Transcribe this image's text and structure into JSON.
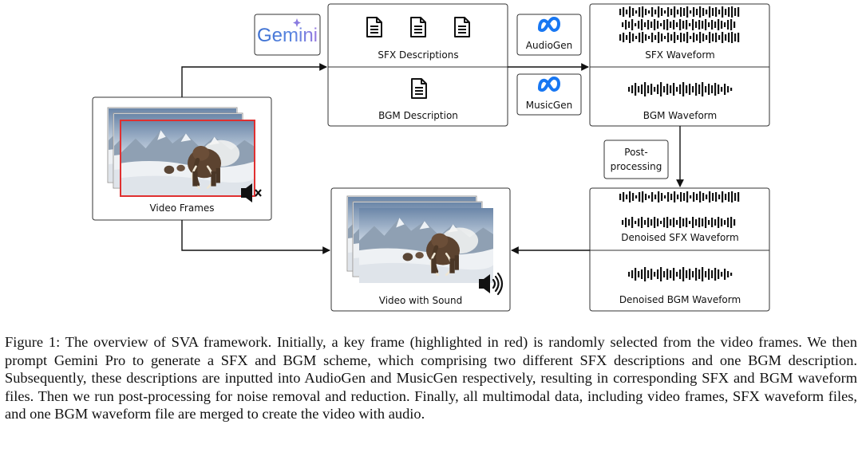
{
  "nodes": {
    "gemini_logo": "Gemini",
    "sfx_descriptions": "SFX Descriptions",
    "bgm_description": "BGM Description",
    "audiogen": "AudioGen",
    "musicgen": "MusicGen",
    "sfx_waveform": "SFX Waveform",
    "bgm_waveform": "BGM Waveform",
    "post_processing_line1": "Post-",
    "post_processing_line2": "processing",
    "denoised_sfx_waveform": "Denoised SFX Waveform",
    "denoised_bgm_waveform": "Denoised BGM Waveform",
    "video_frames": "Video Frames",
    "video_with_sound": "Video with Sound"
  },
  "icons": {
    "document": "document-icon",
    "meta_logo": "meta-logo-icon",
    "waveform": "waveform-icon",
    "muted_speaker": "speaker-muted-icon",
    "speaker": "speaker-sound-icon"
  },
  "colors": {
    "key_frame_border": "#e03030",
    "gemini_blue": "#4a7fd9",
    "meta_blue": "#1877f2"
  },
  "caption": {
    "label": "Figure 1:",
    "text": "The overview of SVA framework. Initially, a key frame (highlighted in red) is randomly selected from the video frames. We then prompt Gemini Pro to generate a SFX and BGM scheme, which comprising two different SFX descriptions and one BGM description. Subsequently, these descriptions are inputted into AudioGen and MusicGen respectively, resulting in corresponding SFX and BGM waveform files. Then we run post-processing for noise removal and reduction. Finally, all multimodal data, including video frames, SFX waveform files, and one BGM waveform file are merged to create the video with audio."
  }
}
